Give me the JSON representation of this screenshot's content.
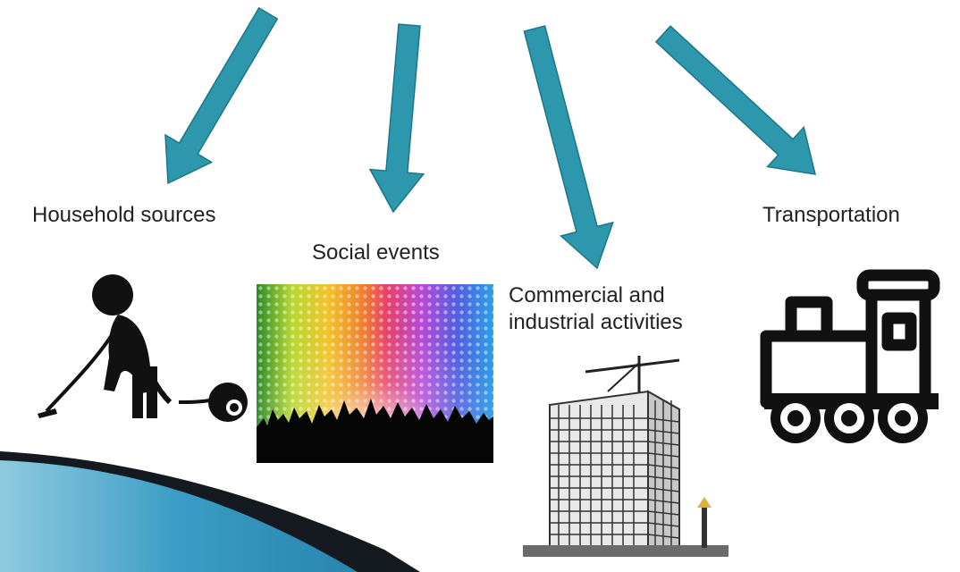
{
  "colors": {
    "arrow": "#2c97ad",
    "arrow_edge": "#1d7688",
    "banner_light": "#7fc3dc",
    "banner_mid": "#3a9cc4",
    "banner_dark": "#141a20",
    "text": "#222222"
  },
  "labels": {
    "household": "Household sources",
    "social": "Social events",
    "commercial_line1": "Commercial and",
    "commercial_line2": "industrial activities",
    "transportation": "Transportation"
  },
  "icons": {
    "household": "person-vacuuming-icon",
    "social": "concert-crowd-lights-image",
    "commercial": "building-under-construction-image",
    "transportation": "toy-train-icon"
  }
}
